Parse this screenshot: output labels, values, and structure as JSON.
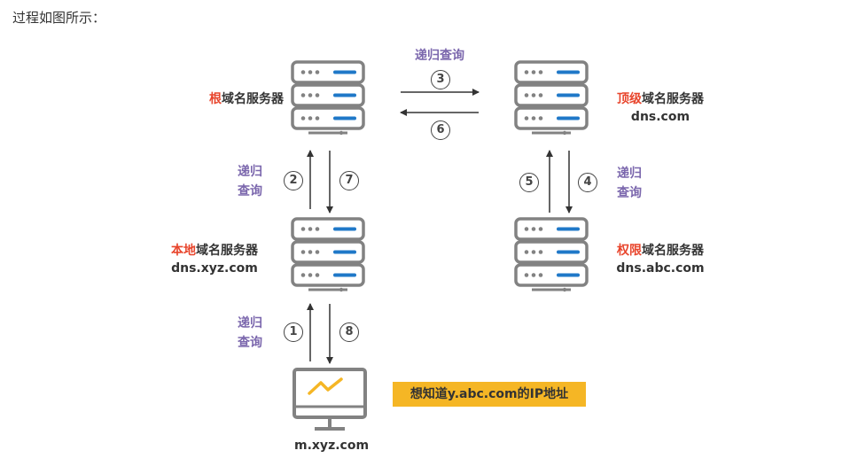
{
  "heading": "过程如图所示：",
  "servers": {
    "root": {
      "prefix": "根",
      "suffix": "域名服务器",
      "domain": ""
    },
    "top": {
      "prefix": "顶级",
      "suffix": "域名服务器",
      "domain": "dns.com"
    },
    "local": {
      "prefix": "本地",
      "suffix": "域名服务器",
      "domain": "dns.xyz.com"
    },
    "auth": {
      "prefix": "权限",
      "suffix": "域名服务器",
      "domain": "dns.abc.com"
    }
  },
  "labels": {
    "recursive_query_line": "递归查询",
    "recursive_1": "递归",
    "recursive_2": "查询"
  },
  "steps": [
    "1",
    "2",
    "3",
    "4",
    "5",
    "6",
    "7",
    "8"
  ],
  "client": {
    "domain": "m.xyz.com"
  },
  "goal": "想知道y.abc.com的IP地址",
  "colors": {
    "accent_red": "#e8452c",
    "purple": "#7b67ad",
    "server_gray": "#828282",
    "server_blue": "#1f78c8",
    "goal_yellow": "#f5b625"
  }
}
